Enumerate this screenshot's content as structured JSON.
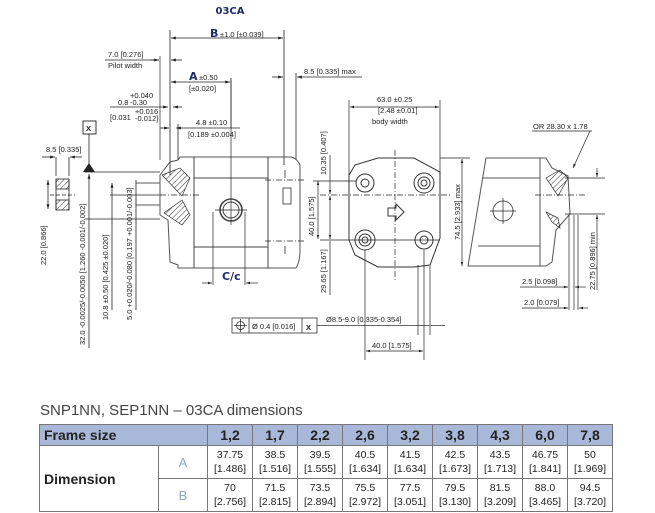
{
  "drawing": {
    "title": "03CA",
    "labels": {
      "B_letter": "B",
      "B_tol": "±1.0 [±0.039]",
      "A_letter": "A",
      "A_tol": "±0.50",
      "A_tol_in": "[±0.020]",
      "pilot_width_value": "7.0 [0.276]",
      "pilot_width_label": "Pilot width",
      "pilot_depth_value": "0.8",
      "pilot_depth_tol_upper": "+0.040",
      "pilot_depth_tol_lower": "-0.30",
      "pilot_depth_in": "[0.031",
      "pilot_depth_in_upper": "+0.016",
      "pilot_depth_in_lower": "-0.012]",
      "shaft_step": "4.8 ±0.10",
      "shaft_step_in": "[0.189 ±0.004]",
      "max_85": "8.5 [0.335] max",
      "datum_x": "X",
      "key_width": "8.5 [0.335]",
      "key_height": "22.0 [0.866]",
      "pilot_dia": "32.0 -0.0025/-0.0050 [1.260 -0.001/-0.002]",
      "shaft_len": "10.8 ±0.50 [0.425 ±0.020]",
      "shaft_dia": "5.0 +0.020/-0.080 [0.197 +0.001/-0.003]",
      "cc": "C/c",
      "position_tol": "Ø 0.4 [0.016]",
      "body_width_value": "63.0 ±0.25",
      "body_width_in": "[2.48 ±0.01]",
      "body_width_label": "body width",
      "top_offset": "10.35 [0.407]",
      "hole_spacing_v": "40.0 [1.575]",
      "bottom_offset": "29.65 [1.167]",
      "height_max": "74.5 [2.933] max",
      "hole_dia": "Ø8.5-9.0 [0.335-0.354]",
      "hole_spacing_h": "40.0 [1.575]",
      "oring": "OR 28.30 x 1.78",
      "depth_25": "2.5 [0.098]",
      "depth_20": "2.0 [0.079]",
      "min_2275": "22.75 [0.896] min"
    }
  },
  "table": {
    "caption": "SNP1NN, SEP1NN – 03CA dimensions",
    "header_label": "Frame size",
    "frame_sizes": [
      "1,2",
      "1,7",
      "2,2",
      "2,6",
      "3,2",
      "3,8",
      "4,3",
      "6,0",
      "7,8"
    ],
    "row_label": "Dimension",
    "rows": [
      {
        "key": "A",
        "mm": [
          "37.75",
          "38.5",
          "39.5",
          "40.5",
          "41.5",
          "42.5",
          "43.5",
          "46.75",
          "50"
        ],
        "in": [
          "[1.486]",
          "[1.516]",
          "[1.555]",
          "[1.634]",
          "[1.634]",
          "[1.673]",
          "[1.713]",
          "[1.841]",
          "[1.969]"
        ]
      },
      {
        "key": "B",
        "mm": [
          "70",
          "71.5",
          "73.5",
          "75.5",
          "77.5",
          "79.5",
          "81.5",
          "88.0",
          "94.5"
        ],
        "in": [
          "[2.756]",
          "[2.815]",
          "[2.894]",
          "[2.972]",
          "[3.051]",
          "[3.130]",
          "[3.209]",
          "[3.465]",
          "[3.720]"
        ]
      }
    ],
    "colors": {
      "header_bg": "#a9b8d9",
      "ab_text": "#8fa6cf",
      "title_text": "#1e2a6e"
    }
  }
}
